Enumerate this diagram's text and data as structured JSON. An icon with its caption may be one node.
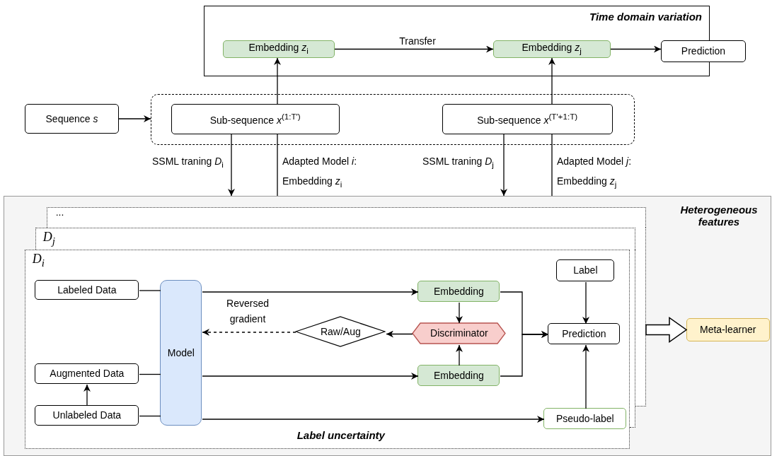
{
  "diagram": {
    "nodes": [
      {
        "text": [
          "Time domain variation"
        ]
      },
      {
        "text": [
          "Embedding *z*$_{i}$"
        ],
        "in": 0
      },
      {
        "text": [
          "Embedding *z*$_{j}$"
        ],
        "in": 0
      },
      {
        "text": [
          "Prediction"
        ]
      },
      {
        "text": [],
        "shape": "box"
      },
      {
        "text": [
          "Sequence *s*"
        ]
      },
      {
        "text": [
          "Sub-sequence *x*$^{(1:T′)}$"
        ],
        "in": 4
      },
      {
        "text": [
          "Sub-sequence *x*$^{(T′+1:T)}$"
        ],
        "in": 4
      },
      {
        "text": [
          "Heterogeneous features"
        ]
      },
      {
        "text": [
          "..."
        ],
        "in": 8
      },
      {
        "text": [
          "D$_{j}$"
        ],
        "in": 8
      },
      {
        "text": [
          "D$_{i}$",
          "Label uncertainty"
        ],
        "in": 8
      },
      {
        "text": [
          "Labeled Data"
        ],
        "in": 11
      },
      {
        "text": [
          "Augmented Data"
        ],
        "in": 11
      },
      {
        "text": [
          "Unlabeled Data"
        ],
        "in": 11
      },
      {
        "text": [
          "Model"
        ],
        "in": 11
      },
      {
        "text": [
          "Embedding"
        ],
        "in": 11
      },
      {
        "text": [
          "Discriminator"
        ],
        "in": 11
      },
      {
        "text": [
          "Raw/Aug"
        ],
        "in": 11
      },
      {
        "text": [
          "Embedding"
        ],
        "in": 11
      },
      {
        "text": [
          "Label"
        ],
        "in": 11
      },
      {
        "text": [
          "Prediction"
        ],
        "in": 11
      },
      {
        "text": [
          "Pseudo-label"
        ],
        "in": 11
      },
      {
        "text": [
          "Meta-learner"
        ],
        "in": 8
      }
    ],
    "edges": [
      {
        "from": 1,
        "to": 2,
        "arrow": "to",
        "label": "Transfer"
      },
      {
        "from": 2,
        "to": 3,
        "arrow": "to"
      },
      {
        "from": 6,
        "to": 1,
        "arrow": "to"
      },
      {
        "from": 7,
        "to": 2,
        "arrow": "to"
      },
      {
        "from": 5,
        "to": 4,
        "arrow": "to"
      },
      {
        "from": 6,
        "to": 8,
        "arrow": "to",
        "label": "SSML traning *D*$_{i}$"
      },
      {
        "from": 8,
        "to": 6,
        "arrow": "none",
        "label": "Adapted Model *i*: Embedding *z*$_{i}$"
      },
      {
        "from": 7,
        "to": 8,
        "arrow": "to",
        "label": "SSML traning *D*$_{j}$"
      },
      {
        "from": 8,
        "to": 7,
        "arrow": "none",
        "label": "Adapted Model *j*: Embedding *z*$_{j}$"
      },
      {
        "from": 12,
        "to": 15,
        "arrow": "none"
      },
      {
        "from": 15,
        "to": 16,
        "arrow": "to"
      },
      {
        "from": 13,
        "to": 15,
        "arrow": "none"
      },
      {
        "from": 15,
        "to": 19,
        "arrow": "to"
      },
      {
        "from": 14,
        "to": 15,
        "arrow": "none"
      },
      {
        "from": 15,
        "to": 22,
        "arrow": "to"
      },
      {
        "from": 14,
        "to": 13,
        "arrow": "to"
      },
      {
        "from": 16,
        "to": 17,
        "arrow": "to"
      },
      {
        "from": 19,
        "to": 17,
        "arrow": "to"
      },
      {
        "from": 17,
        "to": 18,
        "arrow": "to"
      },
      {
        "from": 18,
        "to": 15,
        "arrow": "to",
        "style": "dashed",
        "label": "Reversed gradient"
      },
      {
        "from": 16,
        "to": 21,
        "arrow": "to"
      },
      {
        "from": 19,
        "to": 21,
        "arrow": "to"
      },
      {
        "from": 20,
        "to": 21,
        "arrow": "to"
      },
      {
        "from": 22,
        "to": 21,
        "arrow": "to"
      },
      {
        "from": null,
        "to": 23,
        "arrow": "to",
        "style": "thick"
      }
    ]
  }
}
